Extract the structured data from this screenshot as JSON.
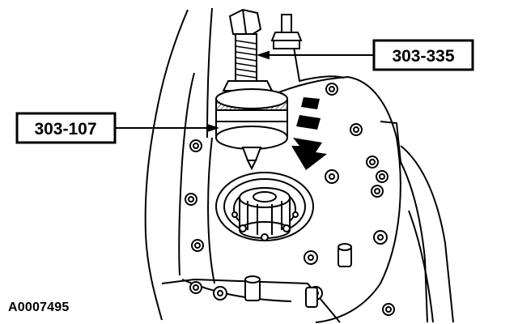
{
  "callouts": {
    "tool_top_label": "303-335",
    "tool_left_label": "303-107"
  },
  "figure": {
    "id": "A0007495"
  },
  "colors": {
    "ink": "#000000",
    "paper": "#ffffff"
  }
}
